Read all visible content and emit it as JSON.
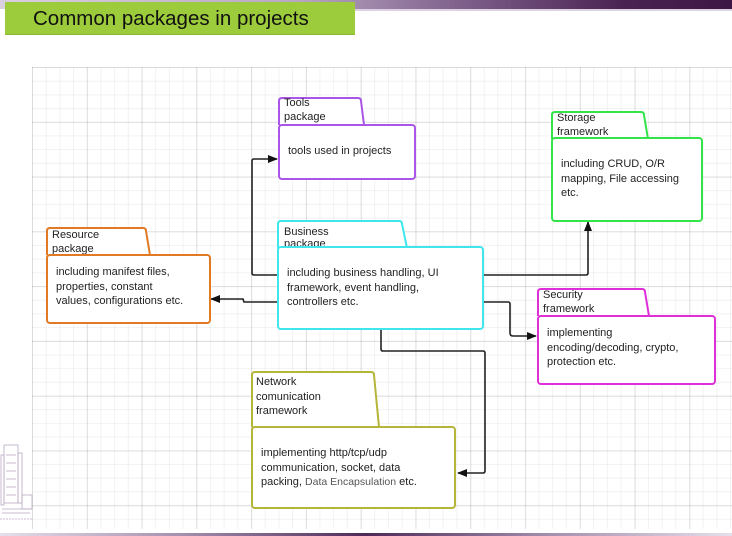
{
  "slide": {
    "title": "Common packages in projects",
    "colors": {
      "title_bg": "#9ccb3b",
      "top_bar_dark": "#3d1645",
      "grid_line": "#e4e4e4",
      "connector": "#222222"
    }
  },
  "packages": {
    "tools": {
      "name": "Tools package",
      "name_lines": [
        "Tools",
        "package"
      ],
      "description": "tools used in projects",
      "color": "#a855e8"
    },
    "storage": {
      "name": "Storage framework",
      "name_lines": [
        "Storage",
        "framework"
      ],
      "description": "including CRUD, O/R mapping, File accessing etc.",
      "desc_lines": [
        "including CRUD, O/R",
        "mapping, File accessing",
        "etc."
      ],
      "color": "#33e34a"
    },
    "resource": {
      "name": "Resource package",
      "name_lines": [
        "Resource",
        "package"
      ],
      "description": "including manifest files, properties, constant values, configurations etc.",
      "desc_lines": [
        "including manifest files,",
        "properties, constant",
        "values, configurations etc."
      ],
      "color": "#e07a25"
    },
    "business": {
      "name": "Business package",
      "description": "including business handling, UI framework, event handling, controllers etc.",
      "desc_lines": [
        "including business handling, UI",
        "framework, event handling,",
        "controllers etc."
      ],
      "color": "#3fe6ee"
    },
    "security": {
      "name": "Security framework",
      "name_lines": [
        "Security",
        "framework"
      ],
      "description": "implementing encoding/decoding, crypto, protection etc.",
      "desc_lines": [
        "implementing",
        "encoding/decoding, crypto,",
        "protection etc."
      ],
      "color": "#de2fd9"
    },
    "network": {
      "name": "Network comunication framework",
      "name_lines": [
        "Network",
        "comunication",
        "framework"
      ],
      "description": "implementing http/tcp/udp communication, socket, data packing, Data Encapsulation etc.",
      "desc_lines": [
        "implementing http/tcp/udp",
        "communication, socket, data"
      ],
      "desc_last": {
        "before": "packing, ",
        "light": "Data Encapsulation",
        "after": " etc."
      },
      "color": "#b5b53a"
    }
  },
  "connections": [
    {
      "from": "Business package",
      "to": "Tools package"
    },
    {
      "from": "Business package",
      "to": "Resource package"
    },
    {
      "from": "Business package",
      "to": "Storage framework"
    },
    {
      "from": "Business package",
      "to": "Security framework"
    },
    {
      "from": "Business package",
      "to": "Network comunication framework"
    }
  ]
}
